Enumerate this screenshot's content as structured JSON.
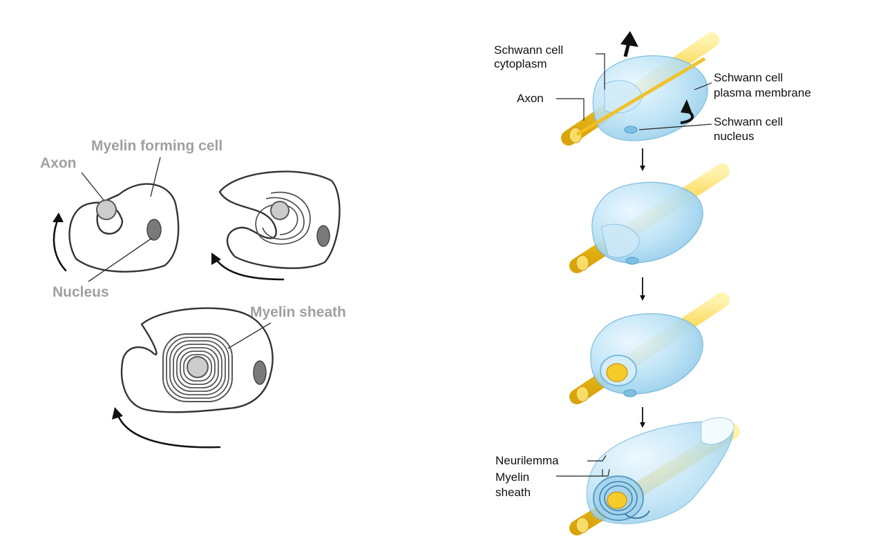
{
  "left_diagram": {
    "labels": {
      "axon": "Axon",
      "myelin_forming_cell": "Myelin forming cell",
      "nucleus": "Nucleus",
      "myelin_sheath": "Myelin sheath"
    }
  },
  "right_diagram": {
    "labels": {
      "schwann_cytoplasm_1": "Schwann cell",
      "schwann_cytoplasm_2": "cytoplasm",
      "axon": "Axon",
      "plasma_membrane_1": "Schwann cell",
      "plasma_membrane_2": "plasma membrane",
      "nucleus_1": "Schwann cell",
      "nucleus_2": "nucleus",
      "neurilemma": "Neurilemma",
      "myelin_1": "Myelin",
      "myelin_2": "sheath"
    }
  },
  "colors": {
    "gray_label": "#a0a0a0",
    "axon_yellow": "#f2c21a",
    "schwann_blue": "#a9d8f0",
    "outline": "#333333"
  }
}
